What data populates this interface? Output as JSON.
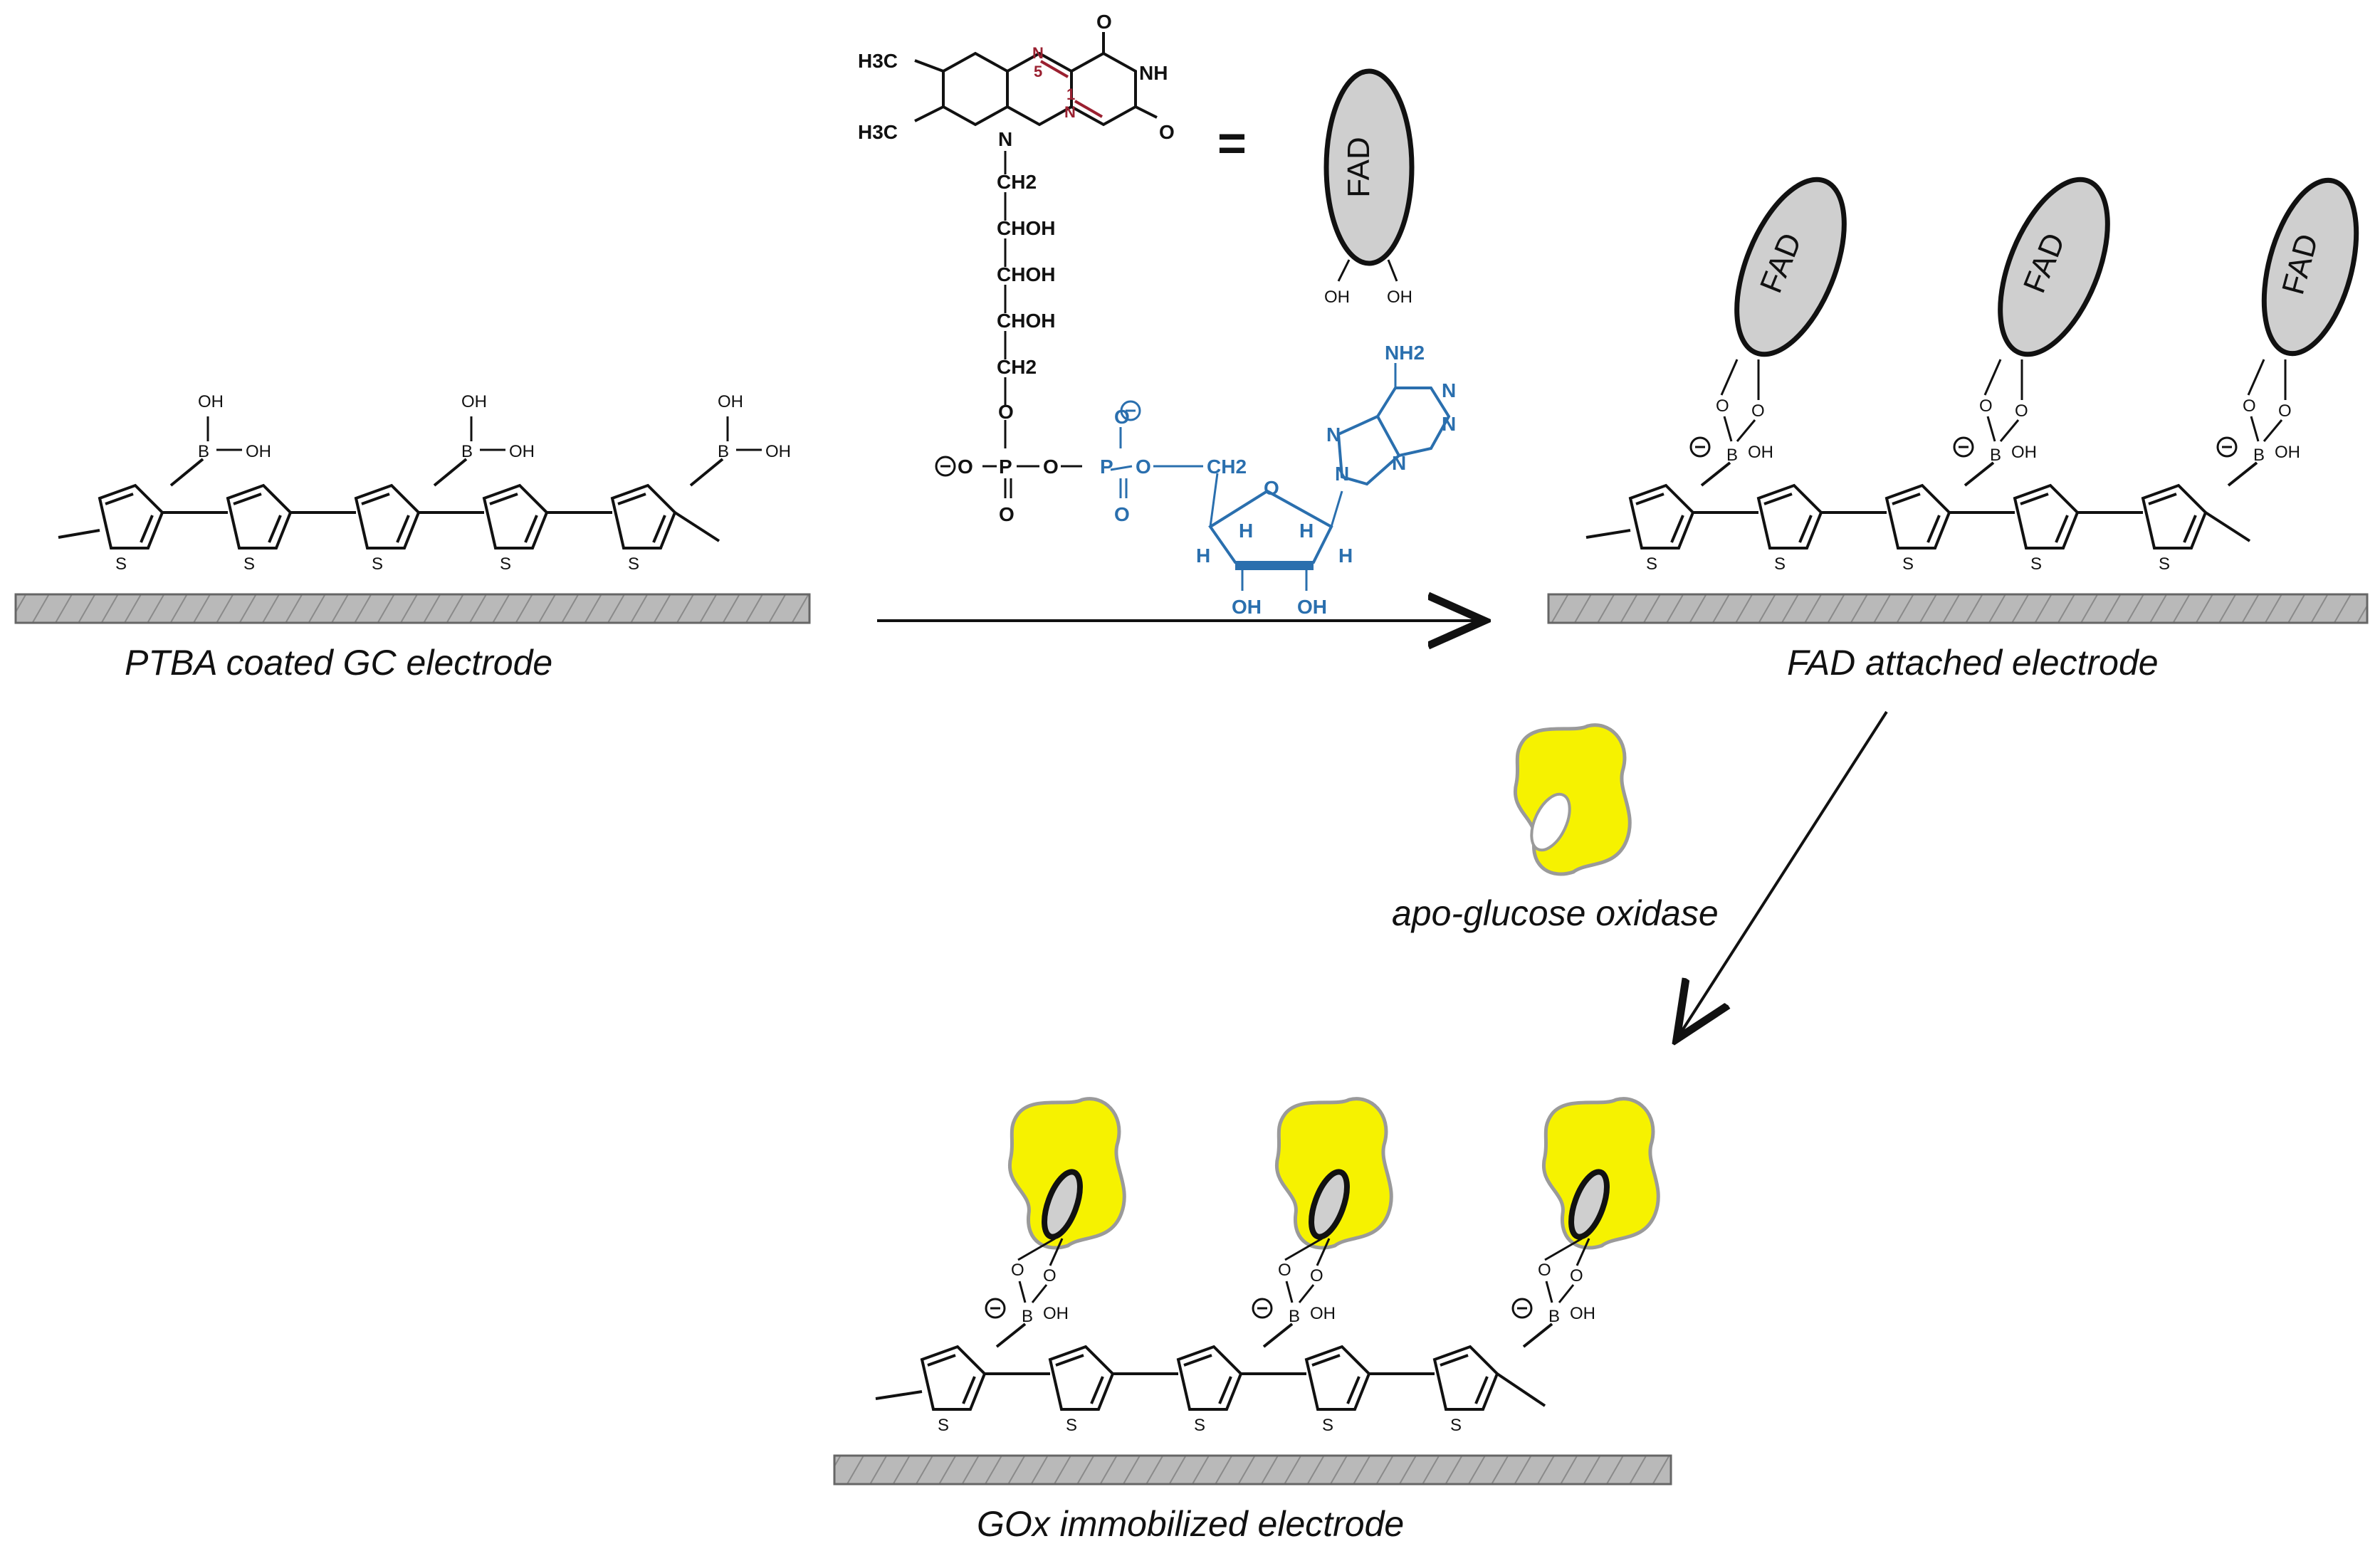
{
  "captions": {
    "ptba": "PTBA coated GC electrode",
    "fad_attached": "FAD attached electrode",
    "apo": "apo-glucose oxidase",
    "gox": "GOx immobilized  electrode"
  },
  "labels": {
    "fad": "FAD",
    "equals": "=",
    "oh": "OH",
    "o": "O",
    "b": "B",
    "s": "S",
    "minus": "−"
  },
  "fad_structure": {
    "h3c": "H3C",
    "n5": "N",
    "n1": "N",
    "n5_num": "5",
    "n1_num": "1",
    "nh": "NH",
    "o": "O",
    "n": "N",
    "ch2": "CH2",
    "choh": "CHOH",
    "p": "P",
    "nh2": "NH2",
    "h": "H",
    "oh": "OH"
  },
  "colors": {
    "enzyme_fill": "#f6f200",
    "fad_fill": "#cfcfcf",
    "electrode_fill": "#b9b9b9",
    "adenosine_blue": "#2a6fae",
    "isoalloxazine_red": "#9a2030"
  }
}
